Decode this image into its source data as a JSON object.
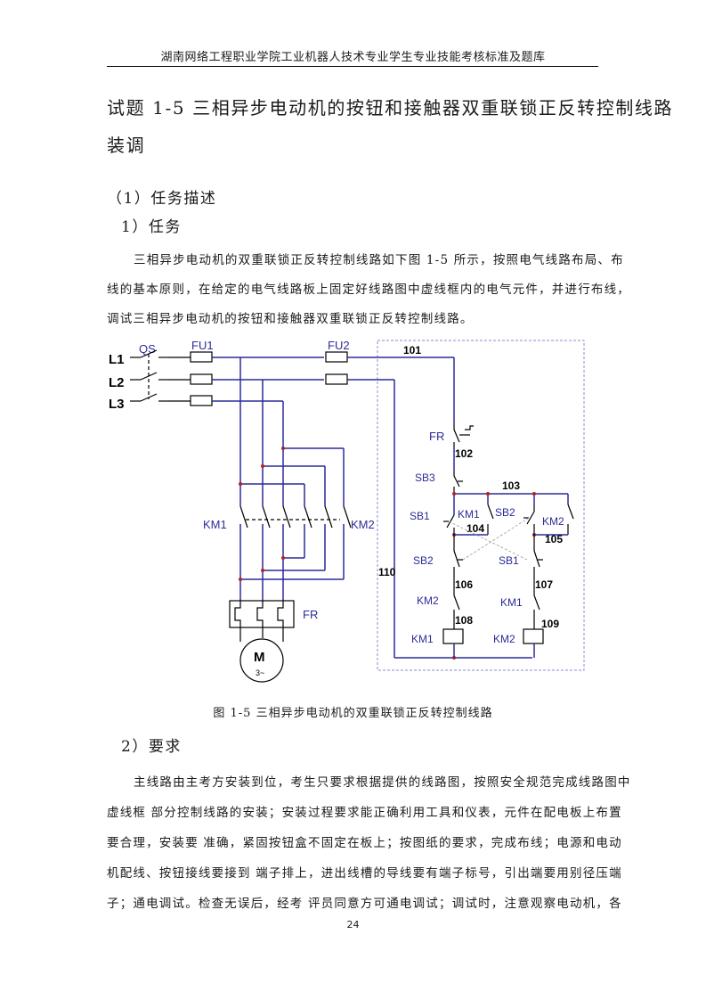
{
  "header": "湖南网络工程职业学院工业机器人技术专业学生专业技能考核标准及题库",
  "title": {
    "line1": "试题 1-5 三相异步电动机的按钮和接触器双重联锁正反转控制线路",
    "line2": "装调"
  },
  "section1": {
    "heading": "（1）任务描述",
    "sub_heading": "1）任务",
    "paragraph": [
      "三相异步电动机的双重联锁正反转控制线路如下图 1-5 所示，按照电气线路布局、布",
      "线的基本原则，在给定的电气线路板上固定好线路图中虚线框内的电气元件，并进行布线，",
      "调试三相异步电动机的按钮和接触器双重联锁正反转控制线路。"
    ]
  },
  "diagram": {
    "labels": {
      "l1": "L1",
      "l2": "L2",
      "l3": "L3",
      "qs": "QS",
      "fu1": "FU1",
      "fu2": "FU2",
      "km1_main": "KM1",
      "km2_main": "KM2",
      "fr_main": "FR",
      "motor_m": "M",
      "motor_sub": "3~",
      "fr_ctrl": "FR",
      "sb3": "SB3",
      "sb1_top": "SB1",
      "km1_aux": "KM1",
      "sb2_top": "SB2",
      "km2_aux": "KM2",
      "sb2_mid": "SB2",
      "sb1_mid": "SB1",
      "km2_nc": "KM2",
      "km1_nc": "KM1",
      "km1_coil": "KM1",
      "km2_coil": "KM2",
      "n101": "101",
      "n102": "102",
      "n103": "103",
      "n104": "104",
      "n105": "105",
      "n106": "106",
      "n107": "107",
      "n108": "108",
      "n109": "109",
      "n110": "110"
    },
    "colors": {
      "wire": "#2b2b9a",
      "node": "#b22222",
      "black": "#000000",
      "frame": "#8a8ad8"
    },
    "caption": "图 1-5    三相异步电动机的双重联锁正反转控制线路"
  },
  "section2": {
    "heading": "2）要求",
    "paragraph": [
      "主线路由主考方安装到位，考生只要求根据提供的线路图，按照安全规范完成线路图中",
      "虚线框  部分控制线路的安装；安装过程要求能正确利用工具和仪表，元件在配电板上布置",
      "要合理，安装要  准确，紧固按钮盒不固定在板上；按图纸的要求，完成布线；电源和电动",
      "机配线、按钮接线要接到  端子排上，进出线槽的导线要有端子标号，引出端要用别径压端",
      "子；通电调试。检查无误后，经考  评员同意方可通电调试；调试时，注意观察电动机，各"
    ]
  },
  "page_number": "24"
}
